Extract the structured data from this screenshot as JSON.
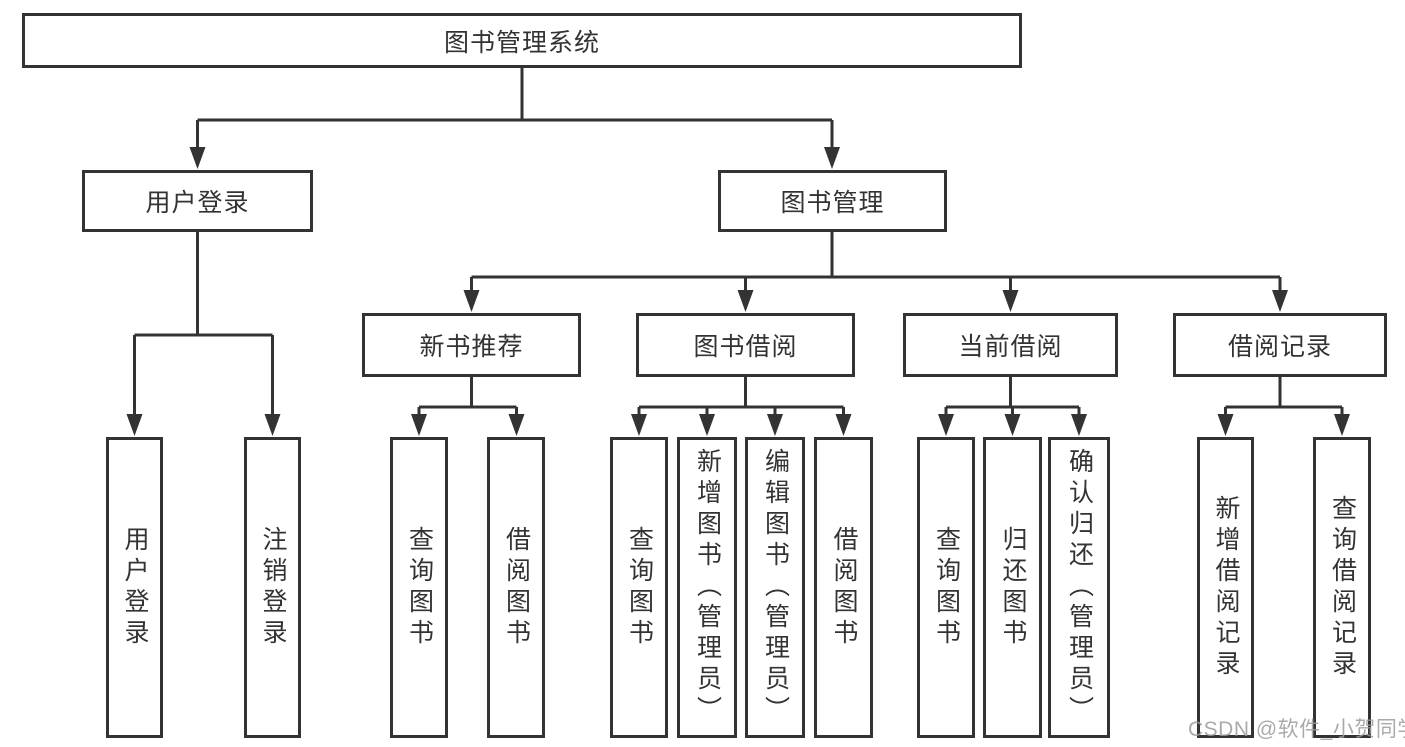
{
  "diagram": {
    "root": {
      "label": "图书管理系统"
    },
    "level2": [
      {
        "id": "user-login",
        "label": "用户登录"
      },
      {
        "id": "book-management",
        "label": "图书管理"
      }
    ],
    "level3": [
      {
        "id": "new-book-recommendation",
        "label": "新书推荐",
        "parent": "book-management"
      },
      {
        "id": "book-borrowing",
        "label": "图书借阅",
        "parent": "book-management"
      },
      {
        "id": "current-borrowing",
        "label": "当前借阅",
        "parent": "book-management"
      },
      {
        "id": "borrowing-records",
        "label": "借阅记录",
        "parent": "book-management"
      }
    ],
    "leaves": [
      {
        "id": "user-login-leaf",
        "label": "用户登录",
        "parent": "user-login"
      },
      {
        "id": "logout",
        "label": "注销登录",
        "parent": "user-login"
      },
      {
        "id": "query-books-new",
        "label": "查询图书",
        "parent": "new-book-recommendation"
      },
      {
        "id": "borrow-books-new",
        "label": "借阅图书",
        "parent": "new-book-recommendation"
      },
      {
        "id": "query-books-borrow",
        "label": "查询图书",
        "parent": "book-borrowing"
      },
      {
        "id": "add-books-admin",
        "label": "新增图书（管理员）",
        "parent": "book-borrowing"
      },
      {
        "id": "edit-books-admin",
        "label": "编辑图书（管理员）",
        "parent": "book-borrowing"
      },
      {
        "id": "borrow-books",
        "label": "借阅图书",
        "parent": "book-borrowing"
      },
      {
        "id": "query-books-current",
        "label": "查询图书",
        "parent": "current-borrowing"
      },
      {
        "id": "return-books",
        "label": "归还图书",
        "parent": "current-borrowing"
      },
      {
        "id": "confirm-return-admin",
        "label": "确认归还（管理员）",
        "parent": "current-borrowing"
      },
      {
        "id": "add-borrow-record",
        "label": "新增借阅记录",
        "parent": "borrowing-records"
      },
      {
        "id": "query-borrow-record",
        "label": "查询借阅记录",
        "parent": "borrowing-records"
      }
    ]
  },
  "watermark": "CSDN @软件_小贺同学",
  "colors": {
    "line": "#333333",
    "text": "#333333",
    "box_background": "#ffffff",
    "watermark": "#9c9c9c",
    "background": "#ffffff"
  }
}
